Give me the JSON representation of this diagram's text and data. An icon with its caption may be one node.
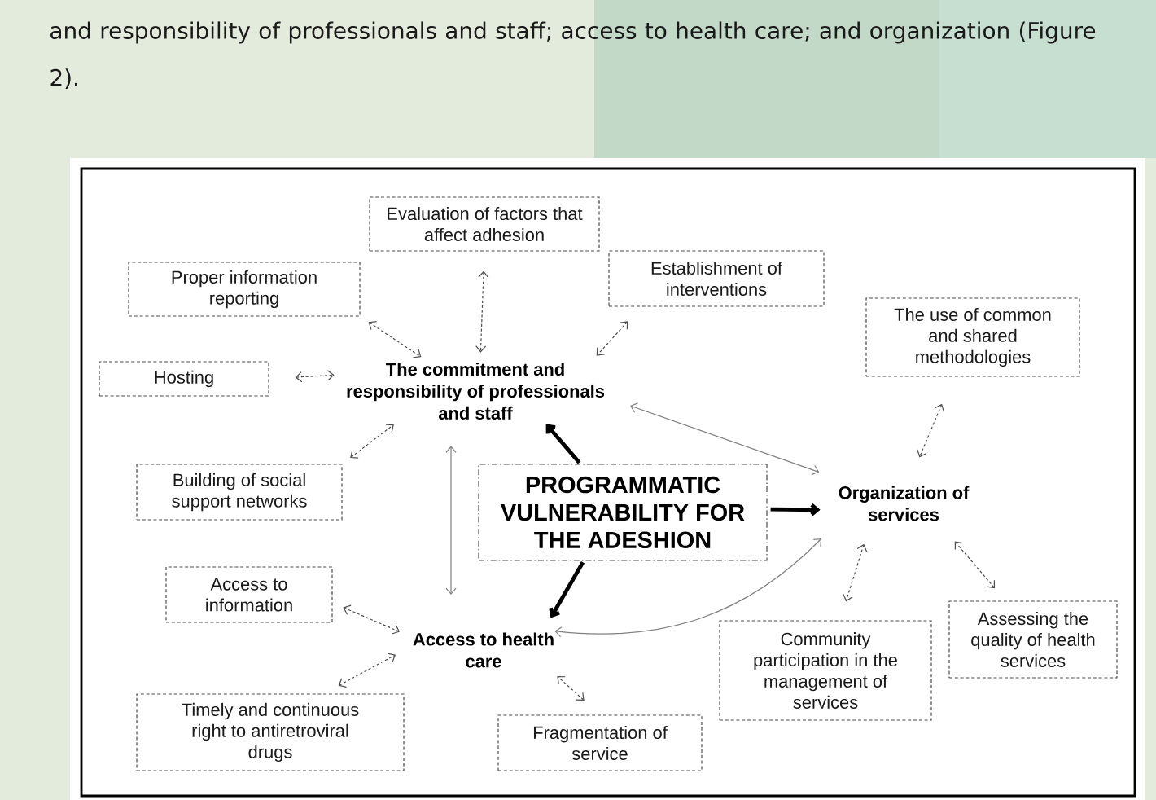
{
  "diagram": {
    "nodes": [
      {
        "text": [
          "Evaluation of factors that affect adhesion"
        ]
      },
      {
        "text": [
          "Proper information reporting"
        ]
      },
      {
        "text": [
          "Establishment of interventions"
        ]
      },
      {
        "text": [
          "The use of common and shared methodologies"
        ]
      },
      {
        "text": [
          "Hosting"
        ]
      },
      {
        "text": [
          "The commitment and responsibility of professionals and staff"
        ]
      },
      {
        "text": [
          "Building of social support networks"
        ]
      },
      {
        "text": [
          "PROGRAMMATIC VULNERABILITY FOR THE ADESHION"
        ]
      },
      {
        "text": [
          "Organization of services"
        ]
      },
      {
        "text": [
          "Access to information"
        ]
      },
      {
        "text": [
          "Assessing the quality of health services"
        ]
      },
      {
        "text": [
          "Community participation in the management of services"
        ]
      },
      {
        "text": [
          "Access to health care"
        ]
      },
      {
        "text": [
          "Timely and continuous right to antiretroviral drugs"
        ]
      },
      {
        "text": [
          "Fragmentation of service"
        ]
      }
    ],
    "edges": [
      {
        "from": 0,
        "to": 5,
        "arrow": "both",
        "style": "dashed"
      },
      {
        "from": 1,
        "to": 5,
        "arrow": "both",
        "style": "dashed"
      },
      {
        "from": 2,
        "to": 5,
        "arrow": "both",
        "style": "dashed"
      },
      {
        "from": 4,
        "to": 5,
        "arrow": "both",
        "style": "dashed"
      },
      {
        "from": 6,
        "to": 5,
        "arrow": "both",
        "style": "dashed"
      },
      {
        "from": 7,
        "to": 5,
        "arrow": "to",
        "style": "thick",
        "color": "#000000"
      },
      {
        "from": 5,
        "to": 8,
        "arrow": "both",
        "color": "#808080"
      },
      {
        "from": 3,
        "to": 8,
        "arrow": "both",
        "style": "dashed"
      },
      {
        "from": 7,
        "to": 8,
        "arrow": "to",
        "style": "thick",
        "color": "#000000"
      },
      {
        "from": 5,
        "to": 12,
        "arrow": "both",
        "color": "#808080"
      },
      {
        "from": 7,
        "to": 12,
        "arrow": "to",
        "style": "thick",
        "color": "#000000"
      },
      {
        "from": 9,
        "to": 12,
        "arrow": "both",
        "style": "dashed"
      },
      {
        "from": 13,
        "to": 12,
        "arrow": "both",
        "style": "dashed"
      },
      {
        "from": 14,
        "to": 12,
        "arrow": "both",
        "style": "dashed"
      },
      {
        "from": 12,
        "to": 8,
        "arrow": "both",
        "color": "#808080"
      },
      {
        "from": 8,
        "to": 11,
        "arrow": "both",
        "style": "dashed"
      },
      {
        "from": 8,
        "to": 10,
        "arrow": "both",
        "style": "dashed"
      }
    ],
    "labels": [
      "and responsibility of professionals and staff; access to health care; and organization (Figure 2)."
    ]
  }
}
